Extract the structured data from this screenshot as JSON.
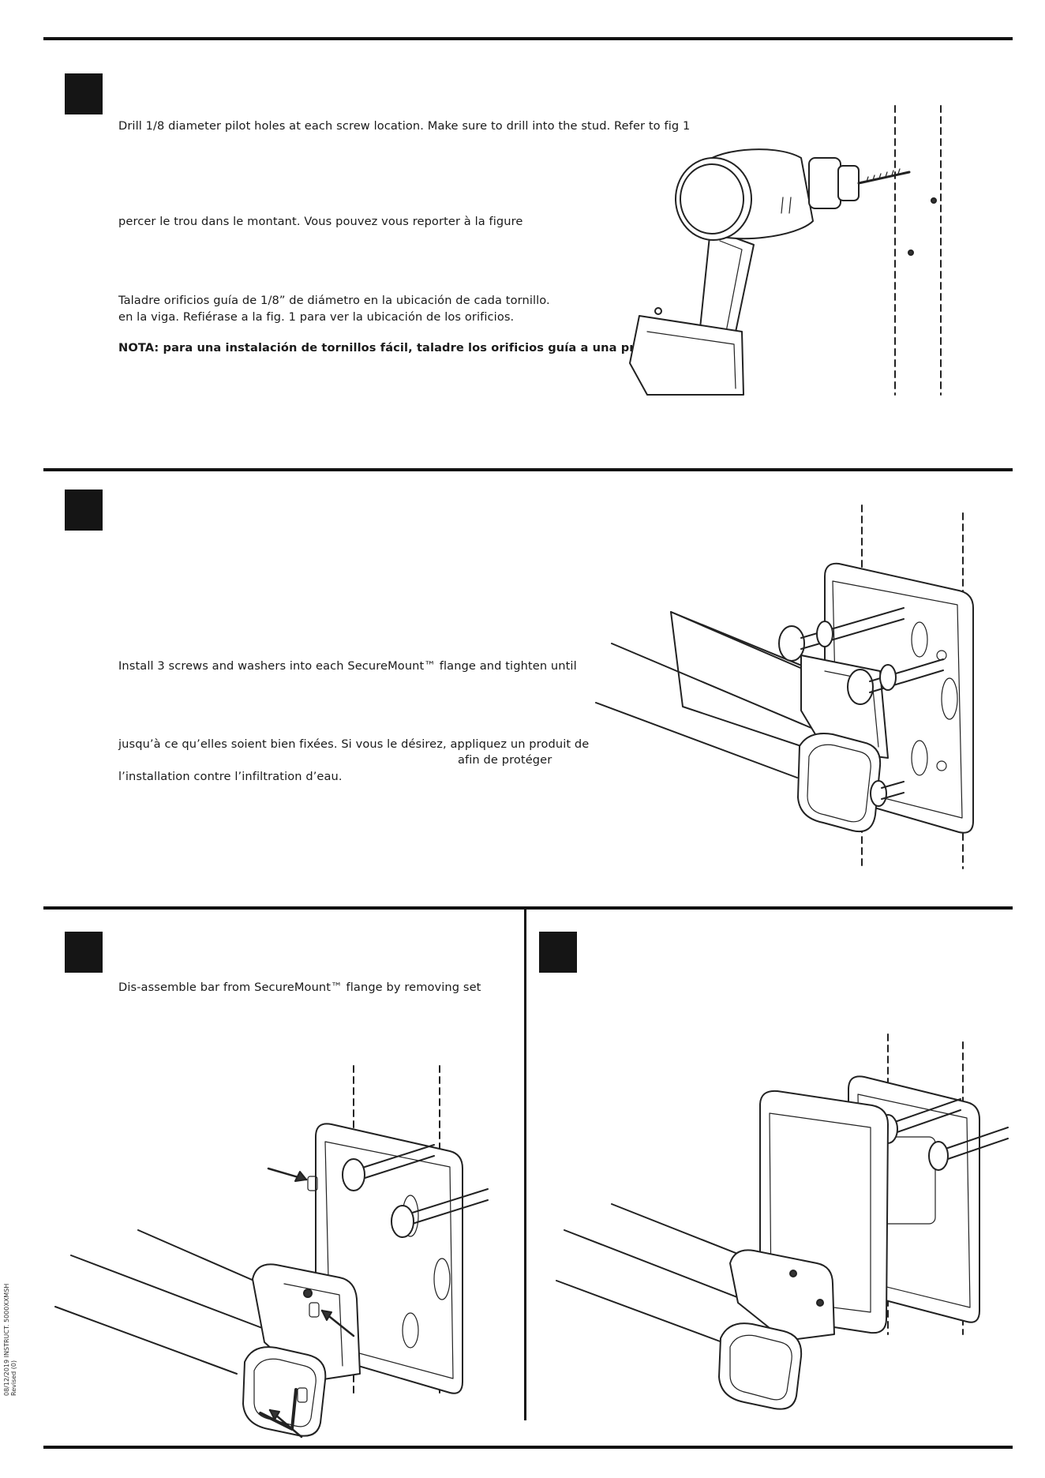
{
  "step1": {
    "en": "Drill 1/8 diameter pilot holes at each screw location.  Make sure to drill into the stud. Refer to fig 1",
    "fr": "percer le trou dans le montant. Vous pouvez vous reporter à la figure",
    "es_line1": "Taladre orificios guía de 1/8” de diámetro en la ubicación de cada tornillo.",
    "es_line2": "en la viga. Refiérase a la fig. 1 para ver la ubicación de los orificios.",
    "es_note": "NOTA: para una instalación de tornillos fácil, taladre los orificios guía a una profundidad"
  },
  "step2": {
    "en": "Install 3 screws and washers into each SecureMount™ flange and tighten until",
    "fr_line1": "jusqu’à ce qu’elles soient bien fixées. Si vous le désirez, appliquez un produit de",
    "fr_line2": "afin de protéger",
    "fr_line3": "l’installation contre l’infiltration d’eau."
  },
  "step3": {
    "en": "Dis-assemble bar from SecureMount™ flange by removing set"
  },
  "sidebar": {
    "line1": "08/12/2019  INSTRUCT. 5000XXMSH",
    "line2": "Revised (0)"
  }
}
